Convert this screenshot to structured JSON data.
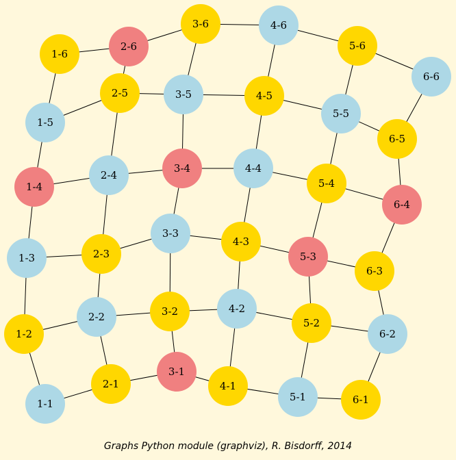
{
  "colors": {
    "background": "#fff8dc",
    "gold": "#ffd700",
    "lightblue": "#add8e6",
    "lightcoral": "#f08080",
    "edge": "#000000"
  },
  "nodes": [
    {
      "id": "1-1",
      "label": "1-1",
      "color": "lightblue"
    },
    {
      "id": "1-2",
      "label": "1-2",
      "color": "gold"
    },
    {
      "id": "1-3",
      "label": "1-3",
      "color": "lightblue"
    },
    {
      "id": "1-4",
      "label": "1-4",
      "color": "lightcoral"
    },
    {
      "id": "1-5",
      "label": "1-5",
      "color": "lightblue"
    },
    {
      "id": "1-6",
      "label": "1-6",
      "color": "gold"
    },
    {
      "id": "2-1",
      "label": "2-1",
      "color": "gold"
    },
    {
      "id": "2-2",
      "label": "2-2",
      "color": "lightblue"
    },
    {
      "id": "2-3",
      "label": "2-3",
      "color": "gold"
    },
    {
      "id": "2-4",
      "label": "2-4",
      "color": "lightblue"
    },
    {
      "id": "2-5",
      "label": "2-5",
      "color": "gold"
    },
    {
      "id": "2-6",
      "label": "2-6",
      "color": "lightcoral"
    },
    {
      "id": "3-1",
      "label": "3-1",
      "color": "lightcoral"
    },
    {
      "id": "3-2",
      "label": "3-2",
      "color": "gold"
    },
    {
      "id": "3-3",
      "label": "3-3",
      "color": "lightblue"
    },
    {
      "id": "3-4",
      "label": "3-4",
      "color": "lightcoral"
    },
    {
      "id": "3-5",
      "label": "3-5",
      "color": "lightblue"
    },
    {
      "id": "3-6",
      "label": "3-6",
      "color": "gold"
    },
    {
      "id": "4-1",
      "label": "4-1",
      "color": "gold"
    },
    {
      "id": "4-2",
      "label": "4-2",
      "color": "lightblue"
    },
    {
      "id": "4-3",
      "label": "4-3",
      "color": "gold"
    },
    {
      "id": "4-4",
      "label": "4-4",
      "color": "lightblue"
    },
    {
      "id": "4-5",
      "label": "4-5",
      "color": "gold"
    },
    {
      "id": "4-6",
      "label": "4-6",
      "color": "lightblue"
    },
    {
      "id": "5-1",
      "label": "5-1",
      "color": "lightblue"
    },
    {
      "id": "5-2",
      "label": "5-2",
      "color": "gold"
    },
    {
      "id": "5-3",
      "label": "5-3",
      "color": "lightcoral"
    },
    {
      "id": "5-4",
      "label": "5-4",
      "color": "gold"
    },
    {
      "id": "5-5",
      "label": "5-5",
      "color": "lightblue"
    },
    {
      "id": "5-6",
      "label": "5-6",
      "color": "gold"
    },
    {
      "id": "6-1",
      "label": "6-1",
      "color": "gold"
    },
    {
      "id": "6-2",
      "label": "6-2",
      "color": "lightblue"
    },
    {
      "id": "6-3",
      "label": "6-3",
      "color": "gold"
    },
    {
      "id": "6-4",
      "label": "6-4",
      "color": "lightcoral"
    },
    {
      "id": "6-5",
      "label": "6-5",
      "color": "gold"
    },
    {
      "id": "6-6",
      "label": "6-6",
      "color": "lightblue"
    }
  ],
  "edges": [
    [
      "1-1",
      "1-2"
    ],
    [
      "1-2",
      "1-3"
    ],
    [
      "1-3",
      "1-4"
    ],
    [
      "1-4",
      "1-5"
    ],
    [
      "1-5",
      "1-6"
    ],
    [
      "2-1",
      "2-2"
    ],
    [
      "2-2",
      "2-3"
    ],
    [
      "2-3",
      "2-4"
    ],
    [
      "2-4",
      "2-5"
    ],
    [
      "2-5",
      "2-6"
    ],
    [
      "3-1",
      "3-2"
    ],
    [
      "3-2",
      "3-3"
    ],
    [
      "3-3",
      "3-4"
    ],
    [
      "3-4",
      "3-5"
    ],
    [
      "3-5",
      "3-6"
    ],
    [
      "4-1",
      "4-2"
    ],
    [
      "4-2",
      "4-3"
    ],
    [
      "4-3",
      "4-4"
    ],
    [
      "4-4",
      "4-5"
    ],
    [
      "4-5",
      "4-6"
    ],
    [
      "5-1",
      "5-2"
    ],
    [
      "5-2",
      "5-3"
    ],
    [
      "5-3",
      "5-4"
    ],
    [
      "5-4",
      "5-5"
    ],
    [
      "5-5",
      "5-6"
    ],
    [
      "6-1",
      "6-2"
    ],
    [
      "6-2",
      "6-3"
    ],
    [
      "6-3",
      "6-4"
    ],
    [
      "6-4",
      "6-5"
    ],
    [
      "6-5",
      "6-6"
    ],
    [
      "1-1",
      "2-1"
    ],
    [
      "2-1",
      "3-1"
    ],
    [
      "3-1",
      "4-1"
    ],
    [
      "4-1",
      "5-1"
    ],
    [
      "5-1",
      "6-1"
    ],
    [
      "1-2",
      "2-2"
    ],
    [
      "2-2",
      "3-2"
    ],
    [
      "3-2",
      "4-2"
    ],
    [
      "4-2",
      "5-2"
    ],
    [
      "5-2",
      "6-2"
    ],
    [
      "1-3",
      "2-3"
    ],
    [
      "2-3",
      "3-3"
    ],
    [
      "3-3",
      "4-3"
    ],
    [
      "4-3",
      "5-3"
    ],
    [
      "5-3",
      "6-3"
    ],
    [
      "1-4",
      "2-4"
    ],
    [
      "2-4",
      "3-4"
    ],
    [
      "3-4",
      "4-4"
    ],
    [
      "4-4",
      "5-4"
    ],
    [
      "5-4",
      "6-4"
    ],
    [
      "1-5",
      "2-5"
    ],
    [
      "2-5",
      "3-5"
    ],
    [
      "3-5",
      "4-5"
    ],
    [
      "4-5",
      "5-5"
    ],
    [
      "5-5",
      "6-5"
    ],
    [
      "1-6",
      "2-6"
    ],
    [
      "2-6",
      "3-6"
    ],
    [
      "3-6",
      "4-6"
    ],
    [
      "4-6",
      "5-6"
    ],
    [
      "5-6",
      "6-6"
    ]
  ],
  "caption": "Graphs Python module (graphviz), R. Bisdorff, 2014"
}
